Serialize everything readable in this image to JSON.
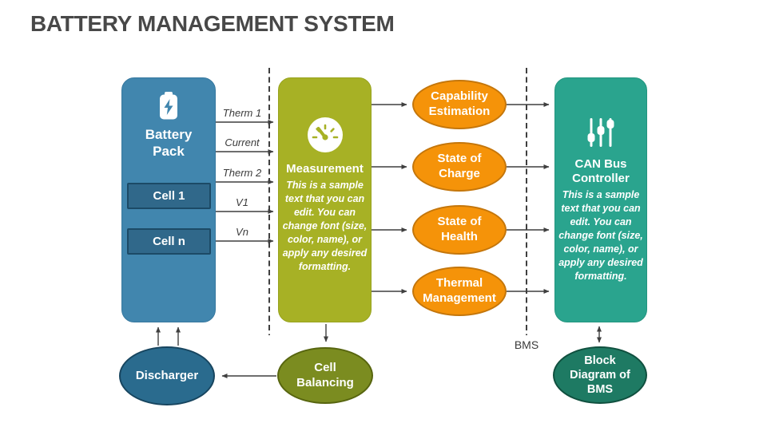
{
  "title": "BATTERY MANAGEMENT SYSTEM",
  "battery_pack": {
    "label": "Battery Pack",
    "icon": "battery-bolt-icon",
    "cells": [
      "Cell 1",
      "Cell n"
    ]
  },
  "signals": [
    "Therm 1",
    "Current",
    "Therm 2",
    "V1",
    "Vn"
  ],
  "measurement": {
    "label": "Measurement",
    "icon": "gauge-icon",
    "body": "This is a sample text that you can edit. You can change font (size, color, name), or apply any desired formatting."
  },
  "outputs": [
    "Capability Estimation",
    "State of Charge",
    "State of Health",
    "Thermal Management"
  ],
  "can_bus": {
    "label": "CAN Bus Controller",
    "icon": "sliders-icon",
    "body": "This is a sample text that you can edit. You can change font (size, color, name), or apply any desired formatting."
  },
  "bms_label": "BMS",
  "bottom_nodes": {
    "discharger": "Discharger",
    "cell_balancing": "Cell Balancing",
    "block_diagram": "Block Diagram of BMS"
  },
  "colors": {
    "title_text": "#484848",
    "battery_pack_fill": "#4186ae",
    "cell_fill": "#30688a",
    "cell_border": "#1c4a66",
    "measurement_fill": "#a7b125",
    "output_fill": "#f59309",
    "output_border": "#c4760b",
    "can_bus_fill": "#2aa48e",
    "discharger_fill": "#2a6b8e",
    "cell_balancing_fill": "#7b8c20",
    "block_diagram_fill": "#1e7a63",
    "connector": "#3f3f3f"
  }
}
